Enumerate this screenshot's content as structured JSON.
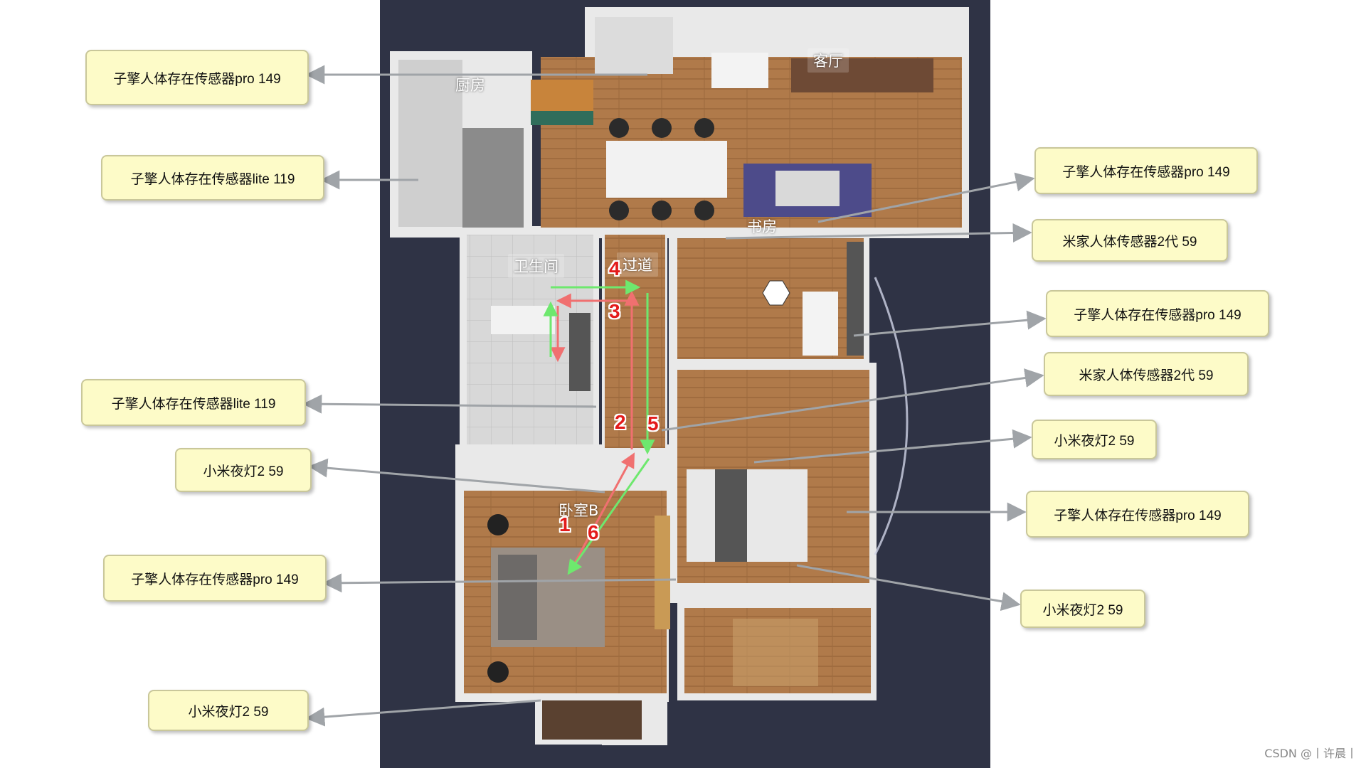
{
  "rooms": {
    "kitchen": "厨房",
    "living": "客厅",
    "study": "书房",
    "bathroom": "卫生间",
    "corridor": "过道",
    "bedroom_b": "卧室B"
  },
  "callouts": {
    "left_1": "子擎人体存在传感器pro   149",
    "left_2": "子擎人体存在传感器lite 119",
    "left_3": "子擎人体存在传感器lite 119",
    "left_4": "小米夜灯2 59",
    "left_5": "子擎人体存在传感器pro   149",
    "left_6": "小米夜灯2 59",
    "right_1": "子擎人体存在传感器pro   149",
    "right_2": "米家人体传感器2代   59",
    "right_3": "子擎人体存在传感器pro   149",
    "right_4": "米家人体传感器2代   59",
    "right_5": "小米夜灯2 59",
    "right_6": "子擎人体存在传感器pro 149",
    "right_7": "小米夜灯2 59"
  },
  "steps": [
    "1",
    "2",
    "3",
    "4",
    "5",
    "6"
  ],
  "colors": {
    "callout_bg": "#fdfbc8",
    "path_red": "#f07070",
    "path_green": "#6ee86e",
    "step_number": "#e31b1b",
    "leader_line": "#a0a4a8"
  },
  "watermark": "CSDN @丨许晨丨"
}
